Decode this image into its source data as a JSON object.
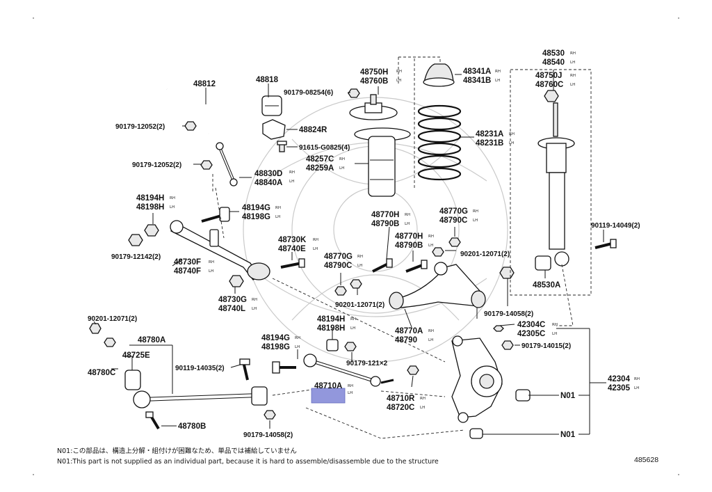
{
  "labels": {
    "p48812": "48812",
    "p48818": "48818",
    "p90179_08254": "90179-08254(6)",
    "p48824R": "48824R",
    "p90179_12052a": "90179-12052(2)",
    "p91615": "91615-G0825(4)",
    "p90179_12052b": "90179-12052(2)",
    "p48830D": "48830D",
    "p48840A": "48840A",
    "p48750H": "48750H",
    "p48760B": "48760B",
    "p48257C": "48257C",
    "p48259A": "48259A",
    "p48341A": "48341A",
    "p48341B": "48341B",
    "p48231A": "48231A",
    "p48231B": "48231B",
    "p48530": "48530",
    "p48540": "48540",
    "p48750J": "48750J",
    "p48760C": "48760C",
    "p90119_14049": "90119-14049(2)",
    "p48530A": "48530A",
    "p48194H_a": "48194H",
    "p48198H_a": "48198H",
    "p48194G_a": "48194G",
    "p48198G_a": "48198G",
    "p90179_12142": "90179-12142(2)",
    "p48730F": "48730F",
    "p48740F": "48740F",
    "p48730K": "48730K",
    "p48740E": "48740E",
    "p48730G": "48730G",
    "p48740L": "48740L",
    "p48770H_a": "48770H",
    "p48790B_a": "48790B",
    "p48770G_a": "48770G",
    "p48790C_a": "48790C",
    "p48770H_b": "48770H",
    "p48790B_b": "48790B",
    "p90201_12071a": "90201-12071(2)",
    "p48770G_b": "48770G",
    "p48790C_b": "48790C",
    "p90201_12071b": "90201-12071(2)",
    "p48770A": "48770A",
    "p48790": "48790",
    "p90179_14058a": "90179-14058(2)",
    "p42304C": "42304C",
    "p42305C": "42305C",
    "p90179_14015": "90179-14015(2)",
    "p90201_12071c": "90201-12071(2)",
    "p48780A": "48780A",
    "p48725E": "48725E",
    "p48780C": "48780C",
    "p90119_14035": "90119-14035(2)",
    "p48780B": "48780B",
    "p90179_14058b": "90179-14058(2)",
    "p48194H_b": "48194H",
    "p48198H_b": "48198H",
    "p48194G_b": "48194G",
    "p48198G_b": "48198G",
    "p90179_121x2": "90179-121×2",
    "p48710A": "48710A",
    "p48710R": "48710R",
    "p48720C": "48720C",
    "p42304": "42304",
    "p42305": "42305",
    "pN01a": "N01",
    "pN01b": "N01"
  },
  "side": {
    "rh": "RH",
    "lh": "LH"
  },
  "notes": {
    "jp": "N01:この部品は、構造上分解・組付けが困難なため、単品では補給していません",
    "en": "N01:This part is not supplied as an individual part, because it is hard to assemble/disassemble due to the structure"
  },
  "ref_number": "485628",
  "colors": {
    "line": "#111111",
    "highlight": "#7f86d6",
    "watermark": "#c9c9c9"
  }
}
